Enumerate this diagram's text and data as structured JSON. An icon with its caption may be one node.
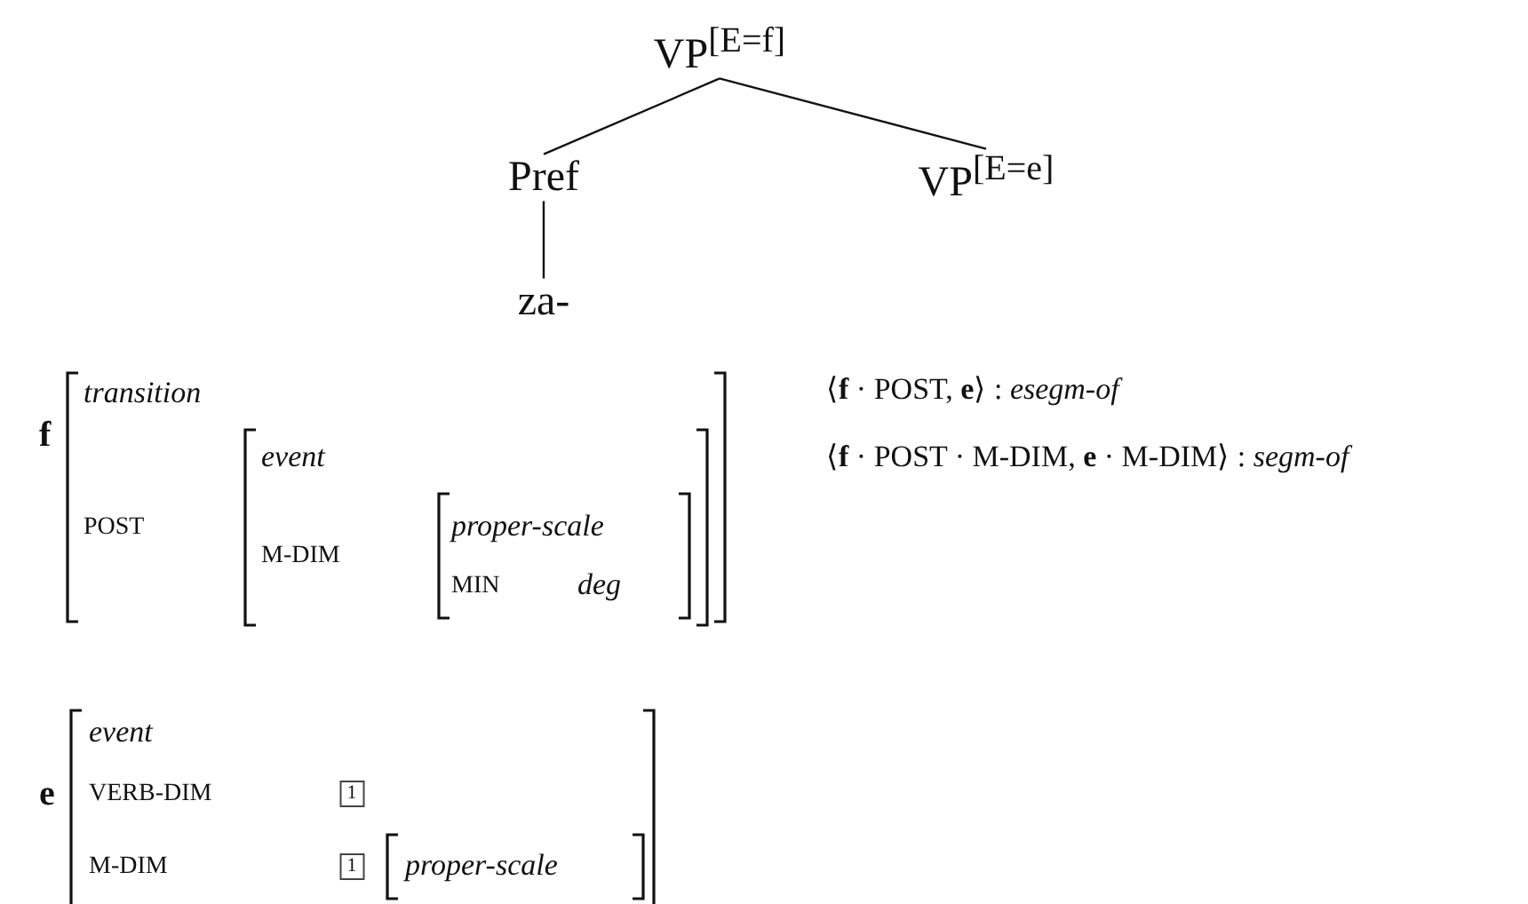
{
  "diagram": {
    "nodes": [
      {
        "text": [
          "VP$^{[E=f]}$"
        ]
      },
      {
        "text": [
          "Pref"
        ]
      },
      {
        "text": [
          "VP$^{[E=e]}$"
        ]
      },
      {
        "text": [
          "za-"
        ]
      },
      {
        "text": [
          "1"
        ]
      },
      {
        "text": [
          "1"
        ]
      }
    ],
    "edges": [
      {
        "from": 0,
        "to": 1,
        "arrow": "none"
      },
      {
        "from": 0,
        "to": 2,
        "arrow": "none"
      },
      {
        "from": 1,
        "to": 3,
        "arrow": "none"
      }
    ],
    "labels": [
      "f",
      "transition",
      "POST",
      "event",
      "M-DIM",
      "proper-scale",
      "MIN",
      "deg",
      "⟨**f** · POST, **e**⟩ : *esegm-of*",
      "⟨**f** · POST · M-DIM, **e** · M-DIM⟩ : *segm-of*",
      "e",
      "event",
      "VERB-DIM",
      "M-DIM",
      "proper-scale"
    ]
  }
}
